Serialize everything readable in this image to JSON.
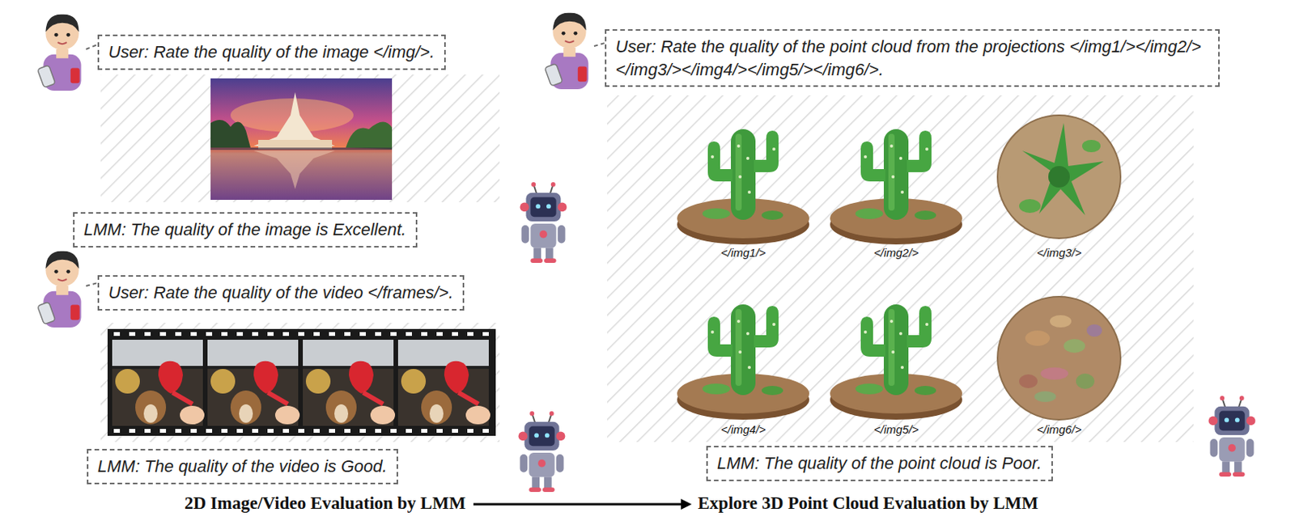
{
  "diagram": {
    "nodes": [
      {
        "text": [
          "User: Rate the quality of the image </img/>."
        ]
      },
      {
        "text": [
          "LMM: The quality of the image is Excellent."
        ]
      },
      {
        "text": [
          "User: Rate the quality of the video </frames/>."
        ]
      },
      {
        "text": [
          "LMM: The quality of the video is Good."
        ]
      },
      {
        "text": [
          "User: Rate the quality of the point cloud from the projections </img1/></img2/></img3/></img4/></img5/></img6/>."
        ]
      },
      {
        "text": [
          "LMM: The quality of the point cloud is Poor."
        ]
      }
    ],
    "labels": [
      "</img1/>",
      "</img2/>",
      "</img3/>",
      "</img4/>",
      "</img5/>",
      "</img6/>",
      "2D Image/Video Evaluation by LMM",
      "Explore 3D Point Cloud Evaluation by LMM"
    ]
  }
}
